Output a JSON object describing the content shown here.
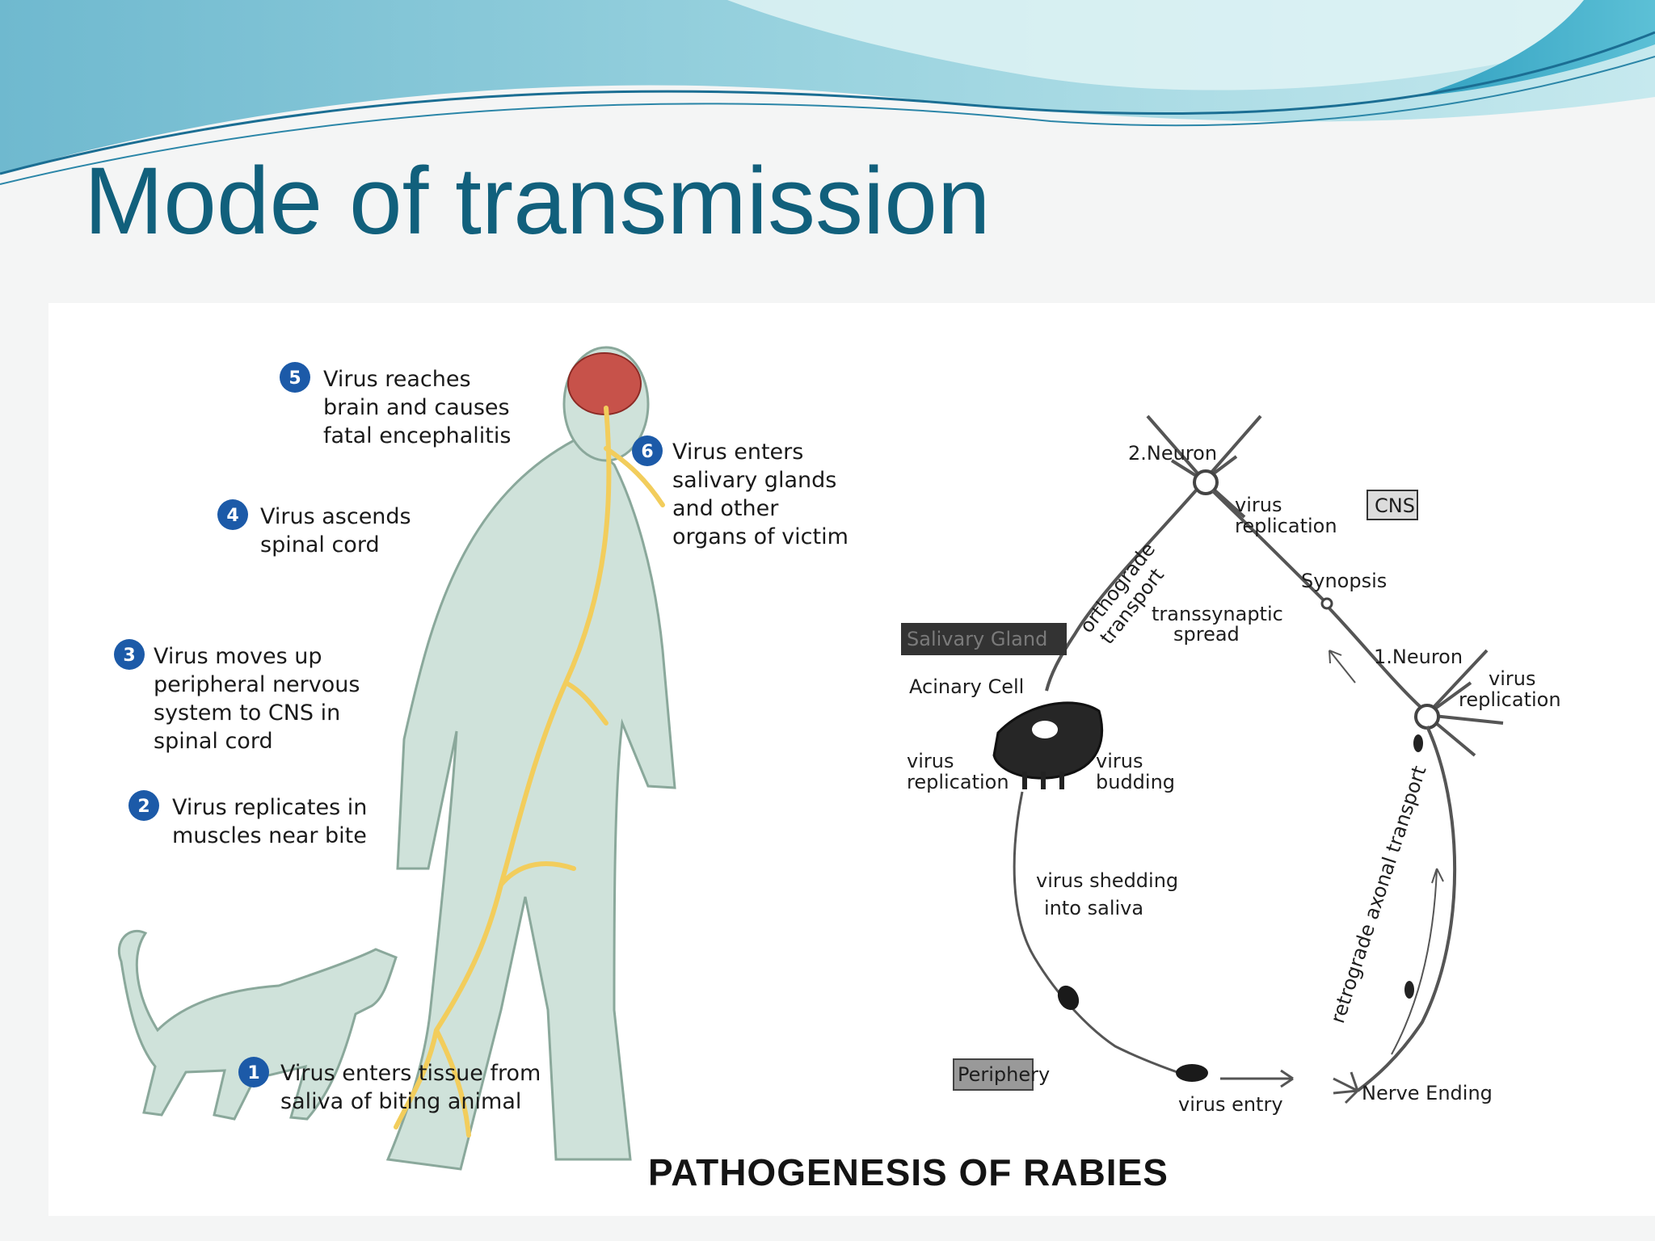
{
  "slide": {
    "title": "Mode of transmission",
    "caption": "PATHOGENESIS OF RABIES",
    "colors": {
      "title": "#11607c",
      "step_badge": "#1c5aa8",
      "body_fill": "#cfe2da",
      "nerve": "#f2cd5c"
    }
  },
  "left_figure": {
    "steps": [
      {
        "num": "1",
        "lines": [
          "Virus enters tissue from",
          "saliva of biting animal"
        ]
      },
      {
        "num": "2",
        "lines": [
          "Virus replicates in",
          "muscles near bite"
        ]
      },
      {
        "num": "3",
        "lines": [
          "Virus moves up",
          "peripheral nervous",
          "system to CNS in",
          "spinal cord"
        ]
      },
      {
        "num": "4",
        "lines": [
          "Virus ascends",
          "spinal cord"
        ]
      },
      {
        "num": "5",
        "lines": [
          "Virus reaches",
          "brain and causes",
          "fatal encephalitis"
        ]
      },
      {
        "num": "6",
        "lines": [
          "Virus enters",
          "salivary glands",
          "and other",
          "organs of victim"
        ]
      }
    ]
  },
  "right_diagram": {
    "neuron2": "2.Neuron",
    "cns": "CNS",
    "virus_replication_top": [
      "virus",
      "replication"
    ],
    "orthograde": [
      "orthograde",
      "transport"
    ],
    "synapsis": "Synopsis",
    "transsynaptic": [
      "transsynaptic",
      "spread"
    ],
    "salivary_gland": "Salivary Gland",
    "acinary_cell": "Acinary Cell",
    "neuron1": "1.Neuron",
    "virus_replication_right": [
      "virus",
      "replication"
    ],
    "virus_replication_cell": [
      "virus",
      "replication"
    ],
    "virus_budding": [
      "virus",
      "budding"
    ],
    "virus_shedding": [
      "virus shedding",
      "into saliva"
    ],
    "retrograde": "retrograde axonal transport",
    "periphery": "Periphery",
    "virus_entry": "virus entry",
    "nerve_ending": "Nerve Ending"
  }
}
